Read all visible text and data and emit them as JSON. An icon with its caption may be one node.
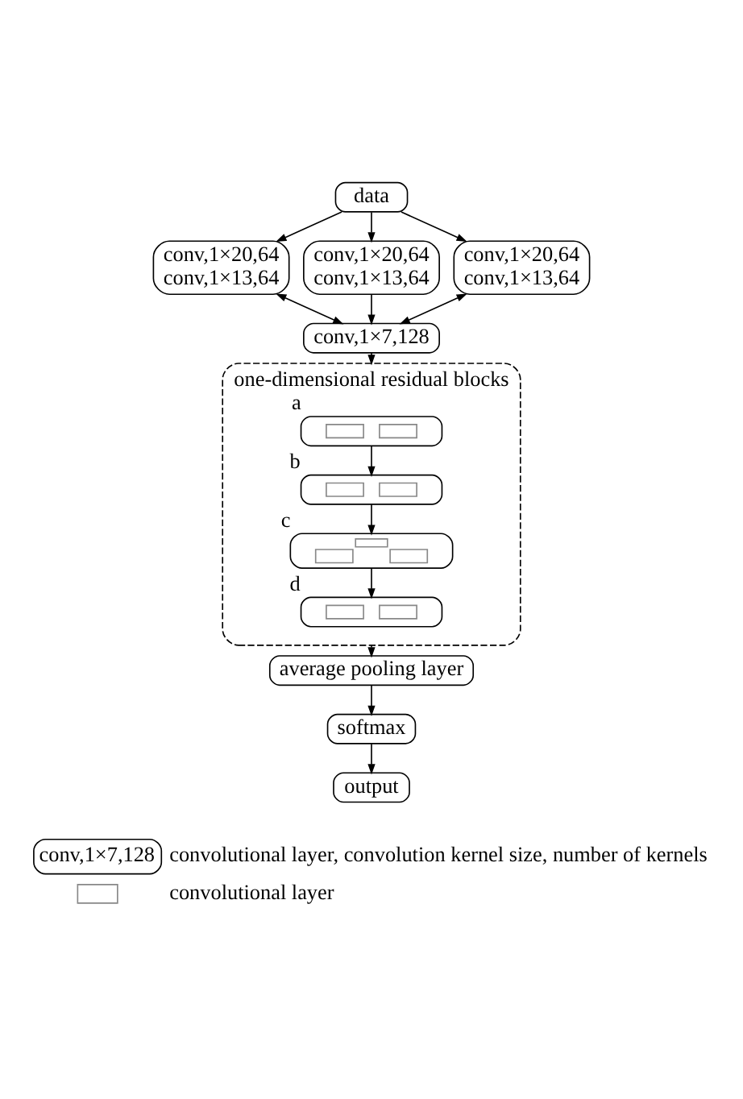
{
  "diagram": {
    "nodes": [
      {
        "text": [
          "data"
        ]
      },
      {
        "text": [
          "conv,1×20,64",
          "conv,1×13,64"
        ]
      },
      {
        "text": [
          "conv,1×20,64",
          "conv,1×13,64"
        ]
      },
      {
        "text": [
          "conv,1×20,64",
          "conv,1×13,64"
        ]
      },
      {
        "text": [
          "conv,1×7,128"
        ]
      },
      {
        "text": [
          "one-dimensional residual blocks"
        ]
      },
      {
        "text": [],
        "shape": "box",
        "in": 5,
        "beside": [
          "a"
        ]
      },
      {
        "text": [],
        "shape": "box",
        "in": 5,
        "beside": [
          "b"
        ]
      },
      {
        "text": [],
        "shape": "box",
        "in": 5,
        "beside": [
          "c"
        ]
      },
      {
        "text": [],
        "shape": "box",
        "in": 5,
        "beside": [
          "d"
        ]
      },
      {
        "text": [
          "average pooling layer"
        ]
      },
      {
        "text": [
          "softmax"
        ]
      },
      {
        "text": [
          "output"
        ]
      }
    ],
    "edges": [
      {
        "from": 0,
        "to": 1,
        "arrow": "to"
      },
      {
        "from": 0,
        "to": 2,
        "arrow": "to"
      },
      {
        "from": 0,
        "to": 3,
        "arrow": "to"
      },
      {
        "from": 1,
        "to": 4,
        "arrow": "both"
      },
      {
        "from": 2,
        "to": 4,
        "arrow": "to"
      },
      {
        "from": 3,
        "to": 4,
        "arrow": "both"
      },
      {
        "from": 4,
        "to": 5,
        "arrow": "to"
      },
      {
        "from": 6,
        "to": 7,
        "arrow": "to"
      },
      {
        "from": 7,
        "to": 8,
        "arrow": "to"
      },
      {
        "from": 8,
        "to": 9,
        "arrow": "to"
      },
      {
        "from": 5,
        "to": 10,
        "arrow": "to"
      },
      {
        "from": 10,
        "to": 11,
        "arrow": "to"
      },
      {
        "from": 11,
        "to": 12,
        "arrow": "to"
      }
    ],
    "labels": [
      "conv,1×7,128"
    ],
    "legend": [
      {
        "text": "convolutional layer, convolution kernel size, number of kernels"
      },
      {
        "text": "convolutional layer"
      }
    ]
  }
}
